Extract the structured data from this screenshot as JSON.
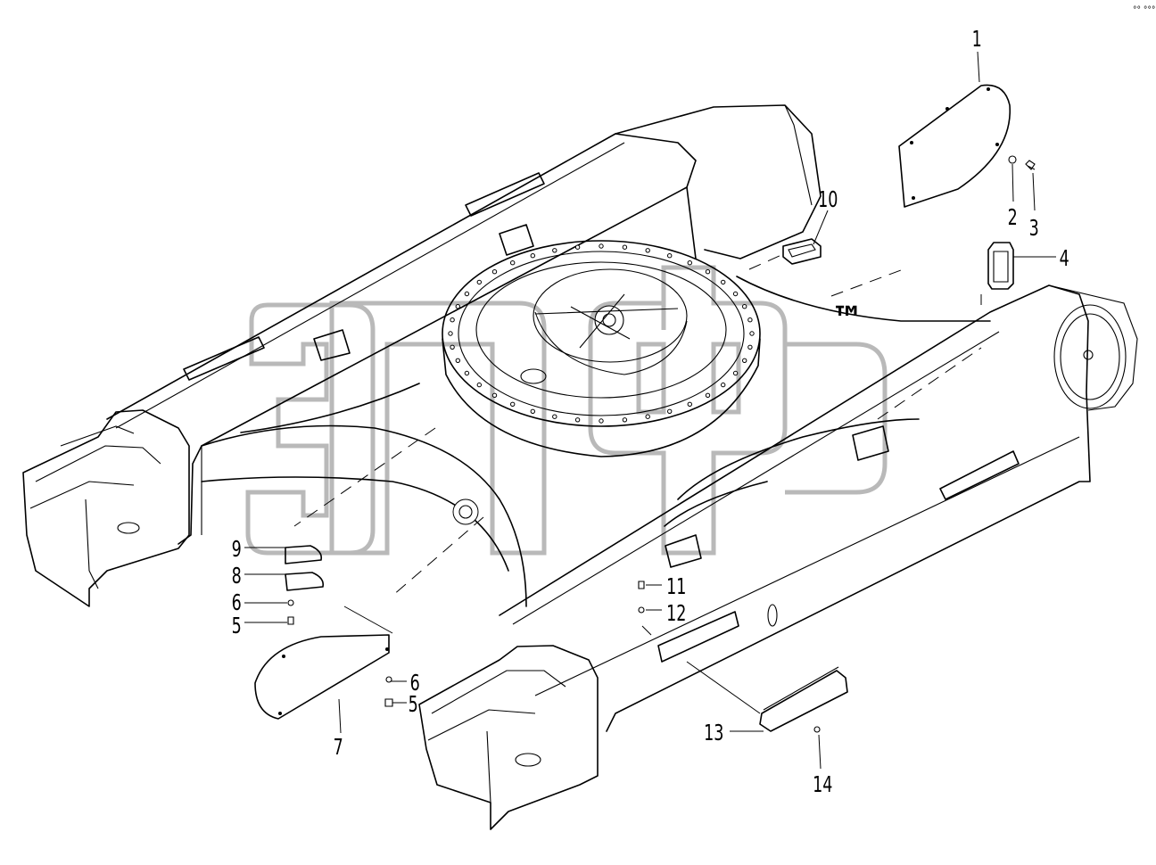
{
  "drawing": {
    "watermark": "эпф",
    "trademark": "™",
    "corner_mark": "°° °°°"
  },
  "callouts": [
    {
      "id": "c1",
      "label": "1"
    },
    {
      "id": "c2",
      "label": "2"
    },
    {
      "id": "c3",
      "label": "3"
    },
    {
      "id": "c4",
      "label": "4"
    },
    {
      "id": "c5a",
      "label": "5"
    },
    {
      "id": "c5b",
      "label": "5"
    },
    {
      "id": "c6a",
      "label": "6"
    },
    {
      "id": "c6b",
      "label": "6"
    },
    {
      "id": "c7",
      "label": "7"
    },
    {
      "id": "c8",
      "label": "8"
    },
    {
      "id": "c9",
      "label": "9"
    },
    {
      "id": "c10",
      "label": "10"
    },
    {
      "id": "c11",
      "label": "11"
    },
    {
      "id": "c12",
      "label": "12"
    },
    {
      "id": "c13",
      "label": "13"
    },
    {
      "id": "c14",
      "label": "14"
    }
  ]
}
